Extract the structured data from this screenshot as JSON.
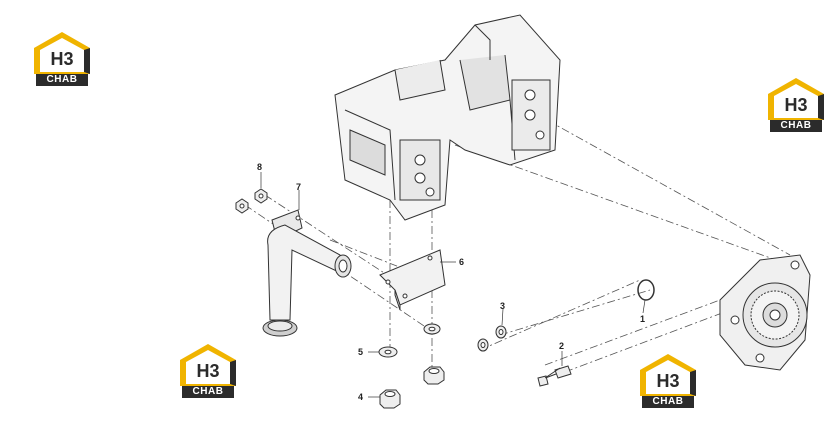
{
  "callouts": [
    {
      "id": "1",
      "label": "1"
    },
    {
      "id": "2",
      "label": "2"
    },
    {
      "id": "3",
      "label": "3"
    },
    {
      "id": "4",
      "label": "4"
    },
    {
      "id": "5",
      "label": "5"
    },
    {
      "id": "6",
      "label": "6"
    },
    {
      "id": "7",
      "label": "7"
    },
    {
      "id": "8",
      "label": "8"
    }
  ],
  "watermark": {
    "mark": "H3",
    "text": "CHAB"
  },
  "colors": {
    "line": "#333333",
    "logo_yellow": "#f0b400",
    "logo_dark": "#2b2b2b",
    "part_fill": "#f4f4f4"
  }
}
